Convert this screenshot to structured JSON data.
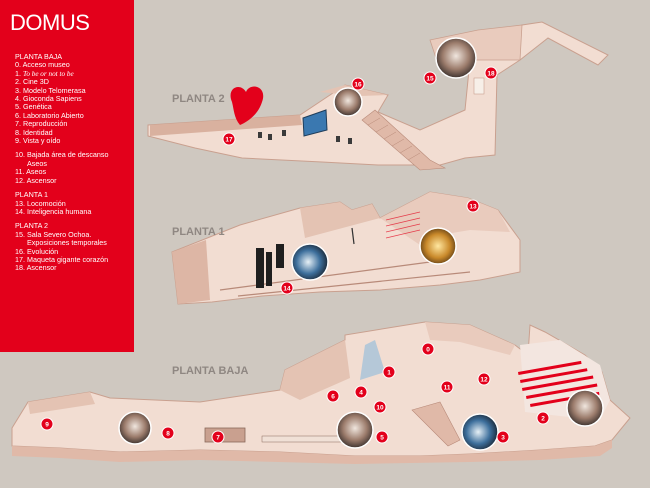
{
  "title": "DOMUS",
  "legend": {
    "planta_baja": {
      "heading": "PLANTA BAJA",
      "items": [
        {
          "num": "0.",
          "label": "Acceso museo"
        },
        {
          "num": "1.",
          "label": "To be or not to be",
          "italic": true
        },
        {
          "num": "2.",
          "label": "Cine 3D"
        },
        {
          "num": "3.",
          "label": "Modelo Telomerasa"
        },
        {
          "num": "4.",
          "label": "Gioconda Sapiens"
        },
        {
          "num": "5.",
          "label": "Genética"
        },
        {
          "num": "6.",
          "label": "Laboratorio Abierto"
        },
        {
          "num": "7.",
          "label": "Reproducción"
        },
        {
          "num": "8.",
          "label": "Identidad"
        },
        {
          "num": "9.",
          "label": "Vista y oído"
        }
      ],
      "extra": [
        {
          "num": "10.",
          "label": "Bajada área de descanso",
          "cont": "Aseos"
        },
        {
          "num": "11.",
          "label": " Aseos"
        },
        {
          "num": "12.",
          "label": "Ascensor"
        }
      ]
    },
    "planta_1": {
      "heading": "PLANTA 1",
      "items": [
        {
          "num": "13.",
          "label": "Locomoción"
        },
        {
          "num": "14.",
          "label": "Inteligencia humana"
        }
      ]
    },
    "planta_2": {
      "heading": "PLANTA 2",
      "items": [
        {
          "num": "15.",
          "label": "Sala Severo Ochoa.",
          "cont": "Exposiciones temporales"
        },
        {
          "num": "16.",
          "label": "Evolución"
        },
        {
          "num": "17.",
          "label": "Maqueta gigante corazón"
        },
        {
          "num": "18.",
          "label": "Ascensor"
        }
      ]
    }
  },
  "floors": {
    "planta_2": {
      "label": "PLANTA 2",
      "markers": [
        "15",
        "16",
        "17",
        "18"
      ]
    },
    "planta_1": {
      "label": "PLANTA 1",
      "markers": [
        "13",
        "14"
      ]
    },
    "planta_baja": {
      "label": "PLANTA BAJA",
      "markers": [
        "0",
        "1",
        "2",
        "3",
        "4",
        "5",
        "6",
        "7",
        "8",
        "9",
        "10",
        "11",
        "12"
      ]
    }
  },
  "colors": {
    "accent": "#e3001b",
    "background": "#cfc8c0",
    "floor": "#f2ddd2",
    "wall": "#e4c3b3",
    "wall_dark": "#c9a08f"
  }
}
